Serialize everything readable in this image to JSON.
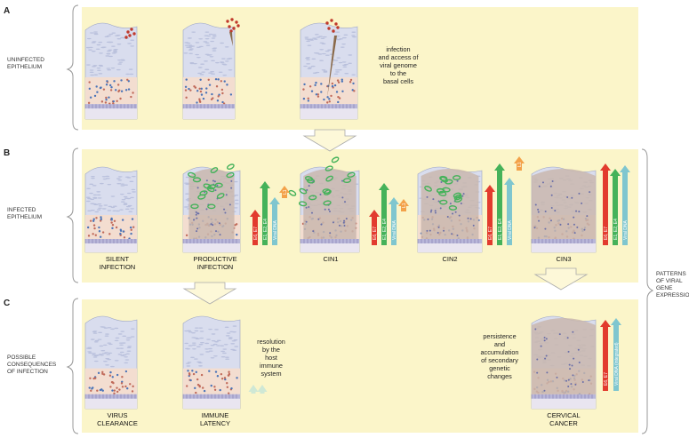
{
  "sections": {
    "a": {
      "letter": "A",
      "label_lines": [
        "UNINFECTED",
        "EPITHELIUM"
      ]
    },
    "b": {
      "letter": "B",
      "label_lines": [
        "INFECTED",
        "EPITHELIUM"
      ]
    },
    "c": {
      "letter": "C",
      "label_lines": [
        "POSSIBLE",
        "CONSEQUENCES",
        "OF INFECTION"
      ]
    }
  },
  "notes": {
    "infection": [
      "infection",
      "and access of",
      "viral genome",
      "to the",
      "basal cells"
    ],
    "resolution": [
      "resolution",
      "by the",
      "host",
      "immune",
      "system"
    ],
    "persistence": [
      "persistence",
      "and",
      "accumulation",
      "of secondary",
      "genetic",
      "changes"
    ]
  },
  "stages_b": [
    {
      "lines": [
        "SILENT",
        "INFECTION"
      ]
    },
    {
      "lines": [
        "PRODUCTIVE",
        "INFECTION"
      ]
    },
    {
      "lines": [
        "CIN1"
      ]
    },
    {
      "lines": [
        "CIN2"
      ]
    },
    {
      "lines": [
        "CIN3"
      ]
    }
  ],
  "stages_c": [
    {
      "lines": [
        "VIRUS",
        "CLEARANCE"
      ]
    },
    {
      "lines": [
        "IMMUNE",
        "LATENCY"
      ]
    },
    {
      "lines": [
        "CERVICAL",
        "CANCER"
      ]
    }
  ],
  "gene_labels": {
    "e6e7": "E6, E7",
    "e1e2e4": "E1, E2, E4",
    "viral_dna": "Viral DNA",
    "l1": "L1",
    "viral_dna_integrated": "Viral DNA (integrated)"
  },
  "patterns_label": [
    "PATTERNS",
    "OF VIRAL",
    "GENE",
    "EXPRESSION"
  ],
  "colors": {
    "panel": "#fbf5c9",
    "upper_epithelium": "#d9ddee",
    "basal_layer": "#f3ddd0",
    "lesion": "#c9b7ae",
    "virion": "#c0392b",
    "arrow_red": "#e23b2e",
    "arrow_green": "#45b25a",
    "arrow_teal": "#7fc6cf",
    "arrow_orange": "#f3a24a"
  }
}
